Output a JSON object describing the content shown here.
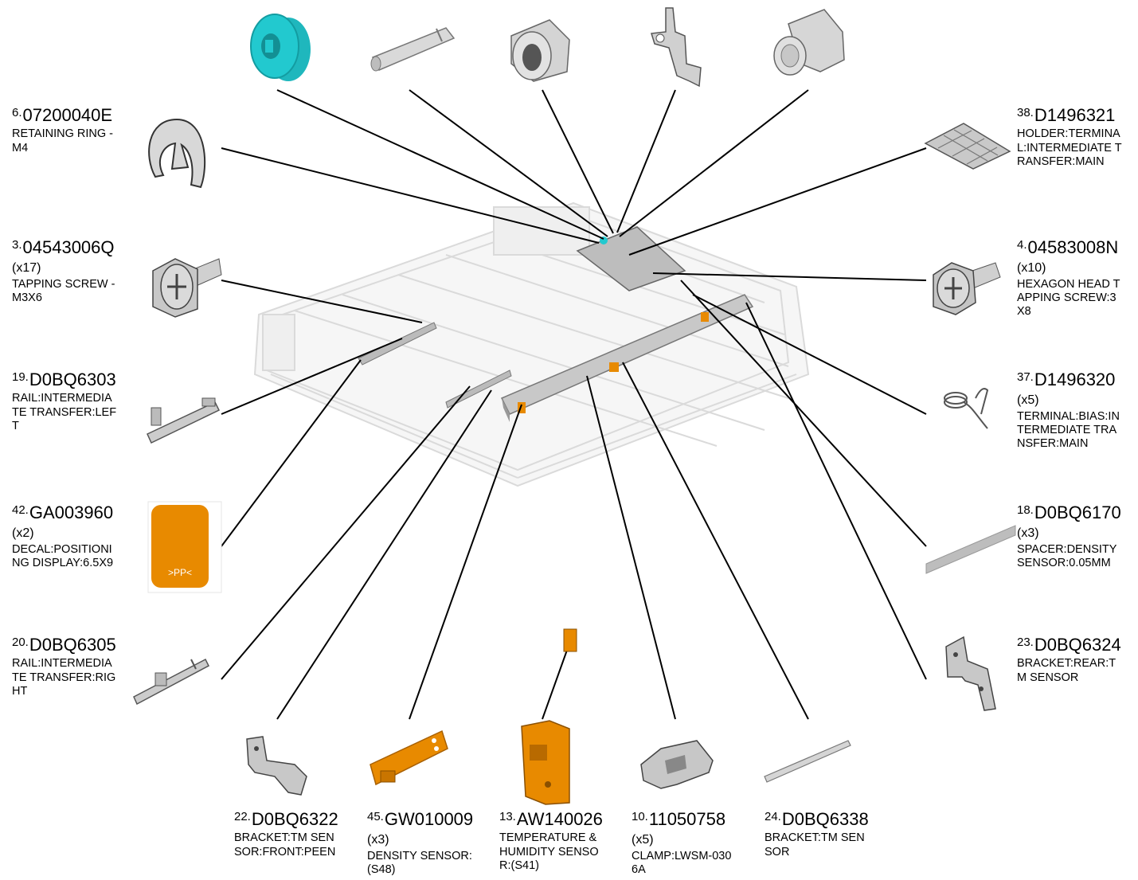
{
  "colors": {
    "orange": "#E88A00",
    "teal": "#22C9CF",
    "part_grey": "#CFCFCF",
    "ghost": "#E6E6E6"
  },
  "parts": [
    {
      "id": "p6",
      "index": "6.",
      "number": "07200040E",
      "qty": "",
      "desc": "RETAINING RING -\nM4"
    },
    {
      "id": "p3",
      "index": "3.",
      "number": "04543006Q",
      "qty": "(x17)",
      "desc": "TAPPING SCREW -\n M3X6"
    },
    {
      "id": "p19",
      "index": "19.",
      "number": "D0BQ6303",
      "qty": "",
      "desc": "RAIL:INTERMEDIA\nTE TRANSFER:LEF\nT"
    },
    {
      "id": "p42",
      "index": "42.",
      "number": "GA003960",
      "qty": "(x2)",
      "desc": "DECAL:POSITIONI\nNG DISPLAY:6.5X9"
    },
    {
      "id": "p20",
      "index": "20.",
      "number": "D0BQ6305",
      "qty": "",
      "desc": "RAIL:INTERMEDIA\nTE TRANSFER:RIG\nHT"
    },
    {
      "id": "p38",
      "index": "38.",
      "number": "D1496321",
      "qty": "",
      "desc": "HOLDER:TERMINA\nL:INTERMEDIATE T\nRANSFER:MAIN"
    },
    {
      "id": "p4",
      "index": "4.",
      "number": "04583008N",
      "qty": "(x10)",
      "desc": "HEXAGON HEAD T\nAPPING SCREW:3\nX8"
    },
    {
      "id": "p37",
      "index": "37.",
      "number": "D1496320",
      "qty": "(x5)",
      "desc": "TERMINAL:BIAS:IN\nTERMEDIATE TRA\nNSFER:MAIN"
    },
    {
      "id": "p18",
      "index": "18.",
      "number": "D0BQ6170",
      "qty": "(x3)",
      "desc": "SPACER:DENSITY\nSENSOR:0.05MM"
    },
    {
      "id": "p23",
      "index": "23.",
      "number": "D0BQ6324",
      "qty": "",
      "desc": "BRACKET:REAR:T\nM SENSOR"
    },
    {
      "id": "p22",
      "index": "22.",
      "number": "D0BQ6322",
      "qty": "",
      "desc": "BRACKET:TM SEN\nSOR:FRONT:PEEN"
    },
    {
      "id": "p45",
      "index": "45.",
      "number": "GW010009",
      "qty": "(x3)",
      "desc": "DENSITY SENSOR:\n(S48)"
    },
    {
      "id": "p13",
      "index": "13.",
      "number": "AW140026",
      "qty": "",
      "desc": "TEMPERATURE &\nHUMIDITY SENSO\nR:(S41)"
    },
    {
      "id": "p10",
      "index": "10.",
      "number": "11050758",
      "qty": "(x5)",
      "desc": "CLAMP:LWSM-030\n6A"
    },
    {
      "id": "p24",
      "index": "24.",
      "number": "D0BQ6338",
      "qty": "",
      "desc": "BRACKET:TM SEN\nSOR"
    }
  ],
  "decal": {
    "text": ">PP<"
  }
}
